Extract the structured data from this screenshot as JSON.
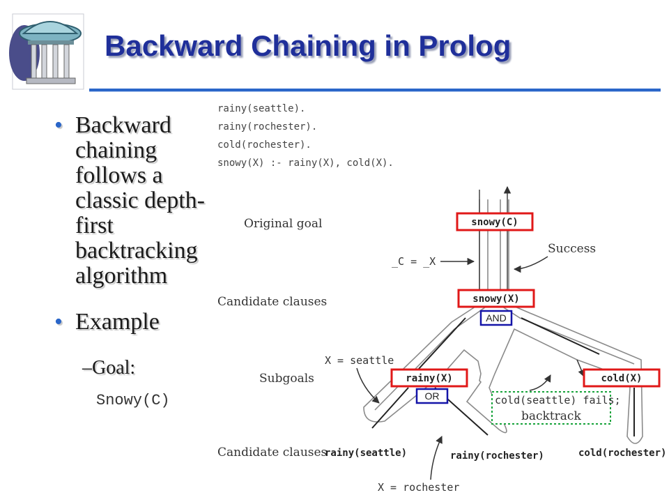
{
  "title": "Backward Chaining in Prolog",
  "bullets": [
    {
      "text": "Backward chaining follows a classic depth-first backtracking algorithm"
    },
    {
      "text": "Example"
    }
  ],
  "sub_bullet": "–Goal:",
  "goal_code": "Snowy(C)",
  "colors": {
    "title": "#1f2f9a",
    "accent": "#2a66c9",
    "red_box": "#e01818",
    "blue_box": "#1414a8",
    "green_box": "#16a33a"
  },
  "diagram": {
    "program": [
      "rainy(seattle).",
      "rainy(rochester).",
      "cold(rochester).",
      "snowy(X) :- rainy(X), cold(X)."
    ],
    "row_labels": [
      "Original goal",
      "Candidate clauses",
      "Subgoals",
      "Candidate clauses"
    ],
    "nodes": {
      "snowy_c": "snowy(C)",
      "snowy_x": "snowy(X)",
      "rainy_x": "rainy(X)",
      "cold_x": "cold(X)",
      "rainy_seattle": "rainy(seattle)",
      "rainy_rochester": "rainy(rochester)",
      "cold_rochester": "cold(rochester)"
    },
    "and_label": "AND",
    "or_label": "OR",
    "success_label": "Success",
    "unify_label": "_C = _X",
    "x_seattle": "X = seattle",
    "x_rochester": "X = rochester",
    "fail_line1": "cold(seattle) fails;",
    "fail_line2": "backtrack"
  }
}
